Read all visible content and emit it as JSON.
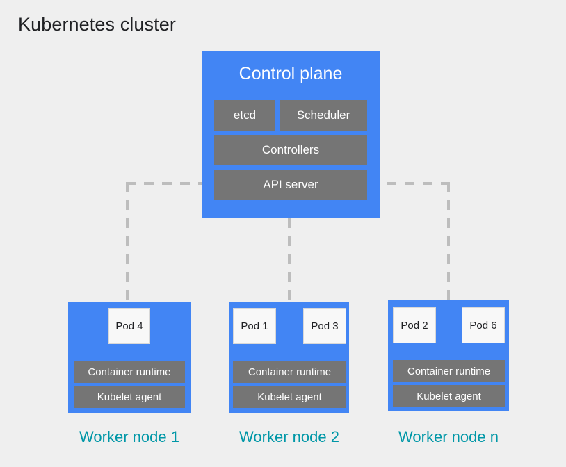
{
  "title": "Kubernetes cluster",
  "colors": {
    "background": "#efefef",
    "node_blue": "#4285f4",
    "component_gray": "#757575",
    "pod_white": "#f8f8f8",
    "caption_teal": "#0097a7",
    "connector_gray": "#bdbdbd",
    "title_text": "#202124"
  },
  "control_plane": {
    "title": "Control plane",
    "components": [
      {
        "label": "etcd"
      },
      {
        "label": "Scheduler"
      },
      {
        "label": "Controllers"
      },
      {
        "label": "API server"
      }
    ]
  },
  "worker_nodes": [
    {
      "caption": "Worker node 1",
      "pods": [
        {
          "label": "Pod 4"
        }
      ],
      "runtime": "Container runtime",
      "kubelet": "Kubelet agent"
    },
    {
      "caption": "Worker node 2",
      "pods": [
        {
          "label": "Pod 1"
        },
        {
          "label": "Pod 3"
        }
      ],
      "runtime": "Container runtime",
      "kubelet": "Kubelet agent"
    },
    {
      "caption": "Worker node n",
      "pods": [
        {
          "label": "Pod 2"
        },
        {
          "label": "Pod 6"
        }
      ],
      "runtime": "Container runtime",
      "kubelet": "Kubelet agent"
    }
  ],
  "connectors": [
    {
      "name": "api-server-to-worker-1",
      "style": "dashed"
    },
    {
      "name": "api-server-to-worker-2",
      "style": "dashed"
    },
    {
      "name": "api-server-to-worker-n",
      "style": "dashed"
    }
  ]
}
